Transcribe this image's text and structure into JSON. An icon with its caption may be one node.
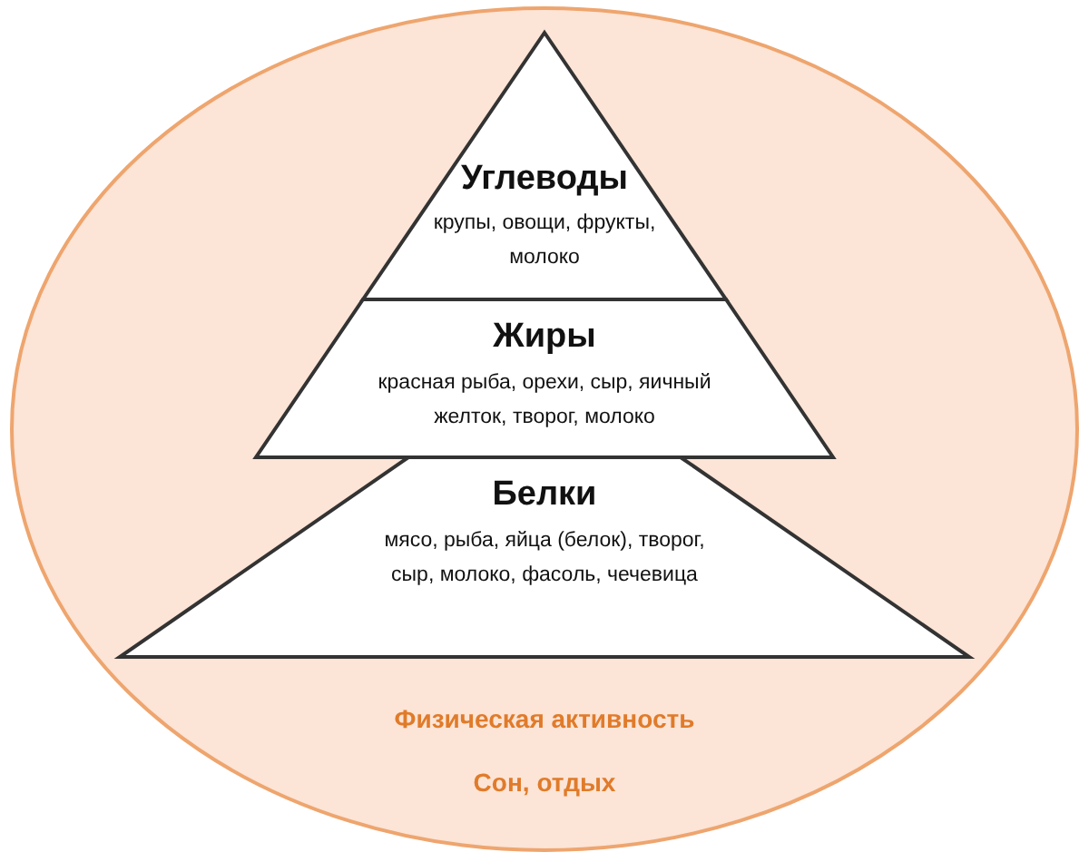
{
  "diagram": {
    "nodes": [
      {
        "text": [
          "Физическая активность",
          "Сон, отдых"
        ]
      },
      {
        "text": [
          "Углеводы",
          "крупы, овощи, фрукты, молоко"
        ],
        "in": 0
      },
      {
        "text": [
          "Жиры",
          "красная рыба, орехи, сыр, яичный желток, творог, молоко"
        ],
        "in": 0
      },
      {
        "text": [
          "Белки",
          "мясо, рыба, яйца (белок), творог, сыр, молоко, фасоль, чечевица"
        ],
        "in": 0
      }
    ]
  }
}
